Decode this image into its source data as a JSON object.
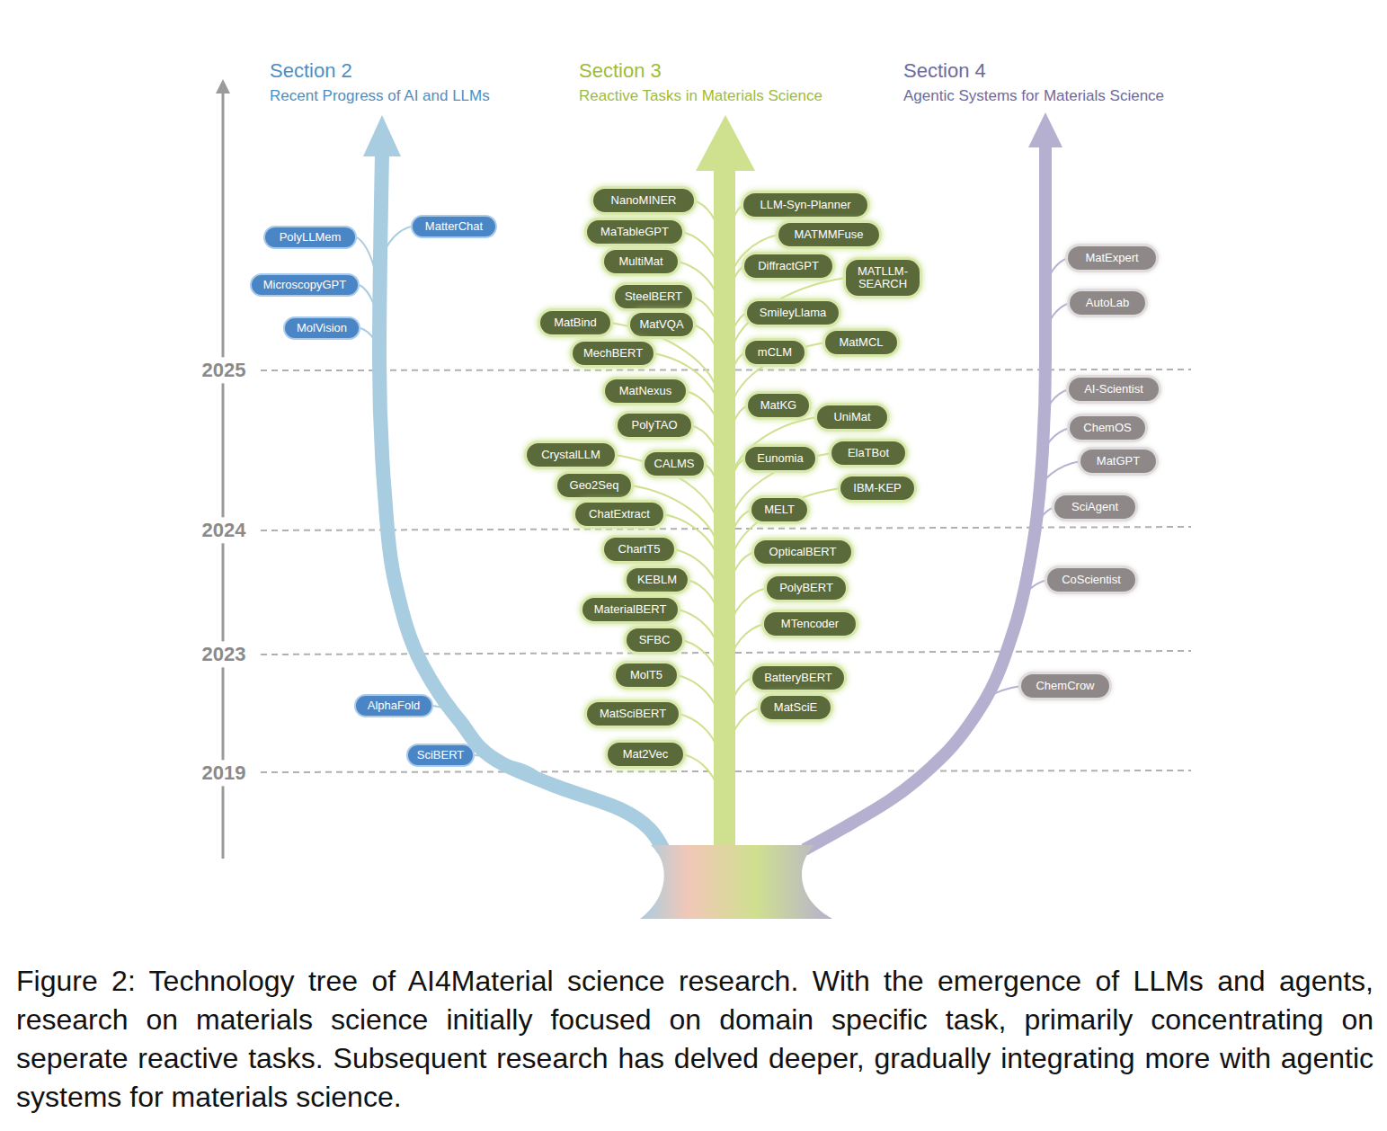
{
  "diagram": {
    "caption": "Figure 2: Technology tree of AI4Material science research. With the emergence of LLMs and agents, research on materials science initially focused on domain specific task, primarily concentrating on seperate reactive tasks. Subsequent research has delved deeper, gradually integrating more with agentic systems for materials science.",
    "nodes": [
      {
        "text": [
          "MatterChat"
        ]
      },
      {
        "text": [
          "PolyLLMem"
        ]
      },
      {
        "text": [
          "MicroscopyGPT"
        ]
      },
      {
        "text": [
          "MolVision"
        ]
      },
      {
        "text": [
          "AlphaFold"
        ]
      },
      {
        "text": [
          "SciBERT"
        ]
      },
      {
        "text": [
          "NanoMINER"
        ]
      },
      {
        "text": [
          "LLM-Syn-Planner"
        ]
      },
      {
        "text": [
          "MaTableGPT"
        ]
      },
      {
        "text": [
          "MATMMFuse"
        ]
      },
      {
        "text": [
          "MultiMat"
        ]
      },
      {
        "text": [
          "DiffractGPT"
        ]
      },
      {
        "text": [
          "MATLLM-SEARCH"
        ]
      },
      {
        "text": [
          "SteelBERT"
        ]
      },
      {
        "text": [
          "SmileyLlama"
        ]
      },
      {
        "text": [
          "MatBind"
        ]
      },
      {
        "text": [
          "MatVQA"
        ]
      },
      {
        "text": [
          "MatMCL"
        ]
      },
      {
        "text": [
          "mCLM"
        ]
      },
      {
        "text": [
          "MechBERT"
        ]
      },
      {
        "text": [
          "MatNexus"
        ]
      },
      {
        "text": [
          "MatKG"
        ]
      },
      {
        "text": [
          "UniMat"
        ]
      },
      {
        "text": [
          "PolyTAO"
        ]
      },
      {
        "text": [
          "ElaTBot"
        ]
      },
      {
        "text": [
          "CrystalLLM"
        ]
      },
      {
        "text": [
          "Eunomia"
        ]
      },
      {
        "text": [
          "CALMS"
        ]
      },
      {
        "text": [
          "Geo2Seq"
        ]
      },
      {
        "text": [
          "IBM-KEP"
        ]
      },
      {
        "text": [
          "MELT"
        ]
      },
      {
        "text": [
          "ChatExtract"
        ]
      },
      {
        "text": [
          "ChartT5"
        ]
      },
      {
        "text": [
          "OpticalBERT"
        ]
      },
      {
        "text": [
          "KEBLM"
        ]
      },
      {
        "text": [
          "PolyBERT"
        ]
      },
      {
        "text": [
          "MaterialBERT"
        ]
      },
      {
        "text": [
          "MTencoder"
        ]
      },
      {
        "text": [
          "SFBC"
        ]
      },
      {
        "text": [
          "MolT5"
        ]
      },
      {
        "text": [
          "BatteryBERT"
        ]
      },
      {
        "text": [
          "MatSciE"
        ]
      },
      {
        "text": [
          "MatSciBERT"
        ]
      },
      {
        "text": [
          "Mat2Vec"
        ]
      },
      {
        "text": [
          "MatExpert"
        ]
      },
      {
        "text": [
          "AutoLab"
        ]
      },
      {
        "text": [
          "AI-Scientist"
        ]
      },
      {
        "text": [
          "ChemOS"
        ]
      },
      {
        "text": [
          "MatGPT"
        ]
      },
      {
        "text": [
          "SciAgent"
        ]
      },
      {
        "text": [
          "CoScientist"
        ]
      },
      {
        "text": [
          "ChemCrow"
        ]
      }
    ],
    "labels": [
      "Section 2",
      "Recent Progress of AI and LLMs",
      "Section 3",
      "Reactive Tasks in Materials Science",
      "Section 4",
      "Agentic Systems for Materials Science",
      "2025",
      "2024",
      "2023",
      "2019"
    ]
  }
}
